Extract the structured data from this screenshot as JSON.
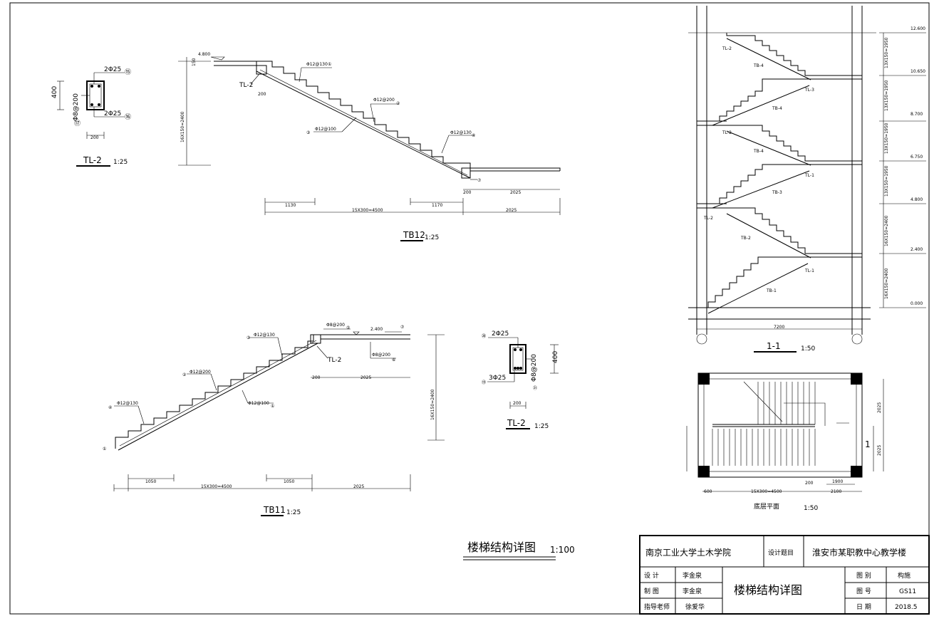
{
  "main_title": {
    "text": "楼梯结构详图",
    "scale": "1:100"
  },
  "title_block": {
    "school": "南京工业大学土木学院",
    "topic_label": "设计题目",
    "project": "淮安市某职教中心教学楼",
    "rows": [
      {
        "role": "设  计",
        "name": "李金泉"
      },
      {
        "role": "制  图",
        "name": "李金泉"
      },
      {
        "role": "指导老师",
        "name": "徐爱华"
      }
    ],
    "drawing_name": "楼梯结构详图",
    "meta": [
      {
        "label": "图  别",
        "value": "构施"
      },
      {
        "label": "图  号",
        "value": "GS11"
      },
      {
        "label": "日  期",
        "value": "2018.5"
      }
    ]
  },
  "tl2_top": {
    "title": "TL-2",
    "scale": "1:25",
    "top_bar": "2Φ25",
    "bottom_bar": "2Φ25",
    "stirrup": "Φ8@200",
    "height": "400",
    "width": "200",
    "tag_top": "⑮",
    "tag_bottom": "⑯",
    "tag_stirrup": "⑰"
  },
  "tb12": {
    "title": "TB12",
    "scale": "1:25",
    "elev": "4.800",
    "h_dim": "16X150=2400",
    "ledge": "150",
    "bar1": "Φ12@130",
    "bar2": "Φ12@200",
    "bar3": "Φ12@100",
    "bar4": "Φ12@130",
    "tl_label": "TL-2",
    "w_top": "200",
    "w_bot": "200",
    "landing": "2025",
    "dim_a": "1130",
    "dim_b": "1170",
    "dim_total": "15X300=4500",
    "dim_land": "2025",
    "tags": [
      "①",
      "②",
      "③",
      "④",
      "⑦"
    ]
  },
  "tb11": {
    "title": "TB11",
    "scale": "1:25",
    "elev": "2.400",
    "h_dim": "16X150=2400",
    "bar1": "Φ12@130",
    "bar2": "Φ12@200",
    "bar3": "Φ12@100",
    "bar4": "Φ12@130",
    "bar5": "Φ8@200",
    "bar6": "Φ8@200",
    "tl_label": "TL-2",
    "w": "200",
    "landing": "2025",
    "dim_a": "1050",
    "dim_b": "1050",
    "dim_total": "15X300=4500",
    "dim_land": "2025",
    "tags": [
      "①",
      "②",
      "③",
      "④",
      "⑤",
      "⑥",
      "⑦"
    ]
  },
  "tl2_mid": {
    "title": "TL-2",
    "scale": "1:25",
    "top_bar": "2Φ25",
    "bottom_bar": "3Φ25",
    "stirrup": "Φ8@200",
    "height": "400",
    "width": "200",
    "tag_top": "⑳",
    "tag_bottom": "⑲",
    "tag_stirrup": "㉑"
  },
  "section11": {
    "title": "1-1",
    "scale": "1:50",
    "width_dim": "7200",
    "elevations": [
      "12.600",
      "10.650",
      "8.700",
      "6.750",
      "4.800",
      "2.400",
      "0.000"
    ],
    "flight_dims": [
      "13X150=1950",
      "13X150=1950",
      "13X150=1950",
      "13X150=1950",
      "16X150=2400",
      "16X150=2400"
    ],
    "labels": [
      "TL-2",
      "TB-4",
      "TL-3",
      "TB-4",
      "TL-2",
      "TB-4",
      "TL-1",
      "TB-3",
      "TL-2",
      "TB-2",
      "TL-1",
      "TB-1"
    ]
  },
  "plan": {
    "title": "底层平面",
    "scale": "1:50",
    "dims_bottom": [
      "600",
      "15X300=4500",
      "200",
      "2100"
    ],
    "dim_up": "1900",
    "dims_side": [
      "2025",
      "2025"
    ],
    "section_mark": "1"
  }
}
